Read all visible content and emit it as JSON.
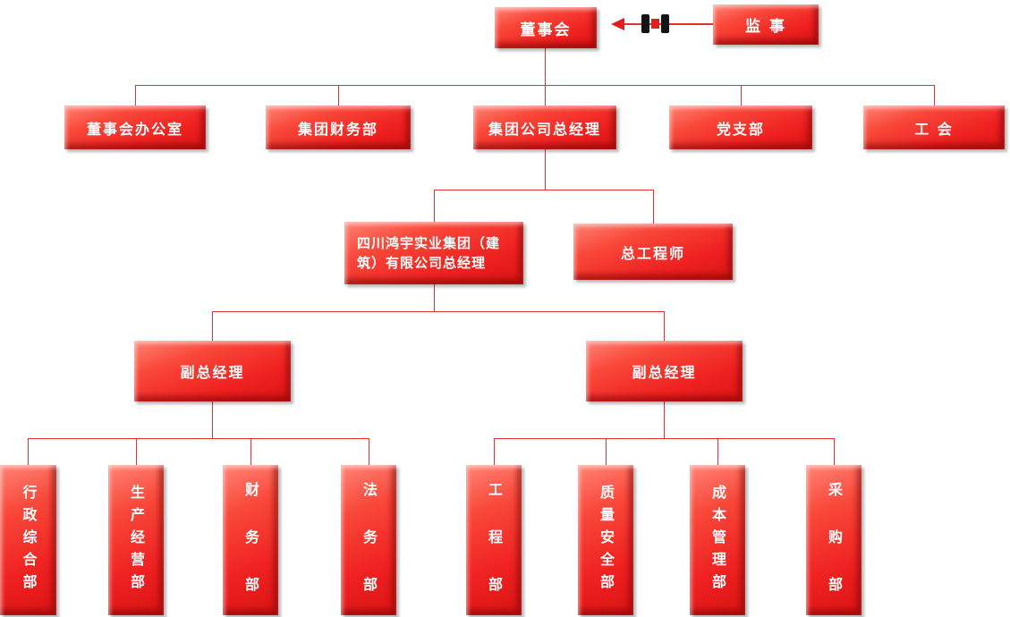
{
  "org": {
    "board": "董事会",
    "supervisor": "监 事",
    "level2": [
      "董事会办公室",
      "集团财务部",
      "集团公司总经理",
      "党支部",
      "工 会"
    ],
    "level3": [
      "四川鸿宇实业集团（建筑）有限公司总经理",
      "总工程师"
    ],
    "level4": [
      "副总经理",
      "副总经理"
    ],
    "level5_left": [
      "行政综合部",
      "生产经营部",
      "财 务 部",
      "法 务 部"
    ],
    "level5_right": [
      "工 程 部",
      "质量安全部",
      "成本管理部",
      "采 购 部"
    ]
  },
  "colors": {
    "box_fill": "#f23a2e",
    "connector": "#e13232"
  }
}
